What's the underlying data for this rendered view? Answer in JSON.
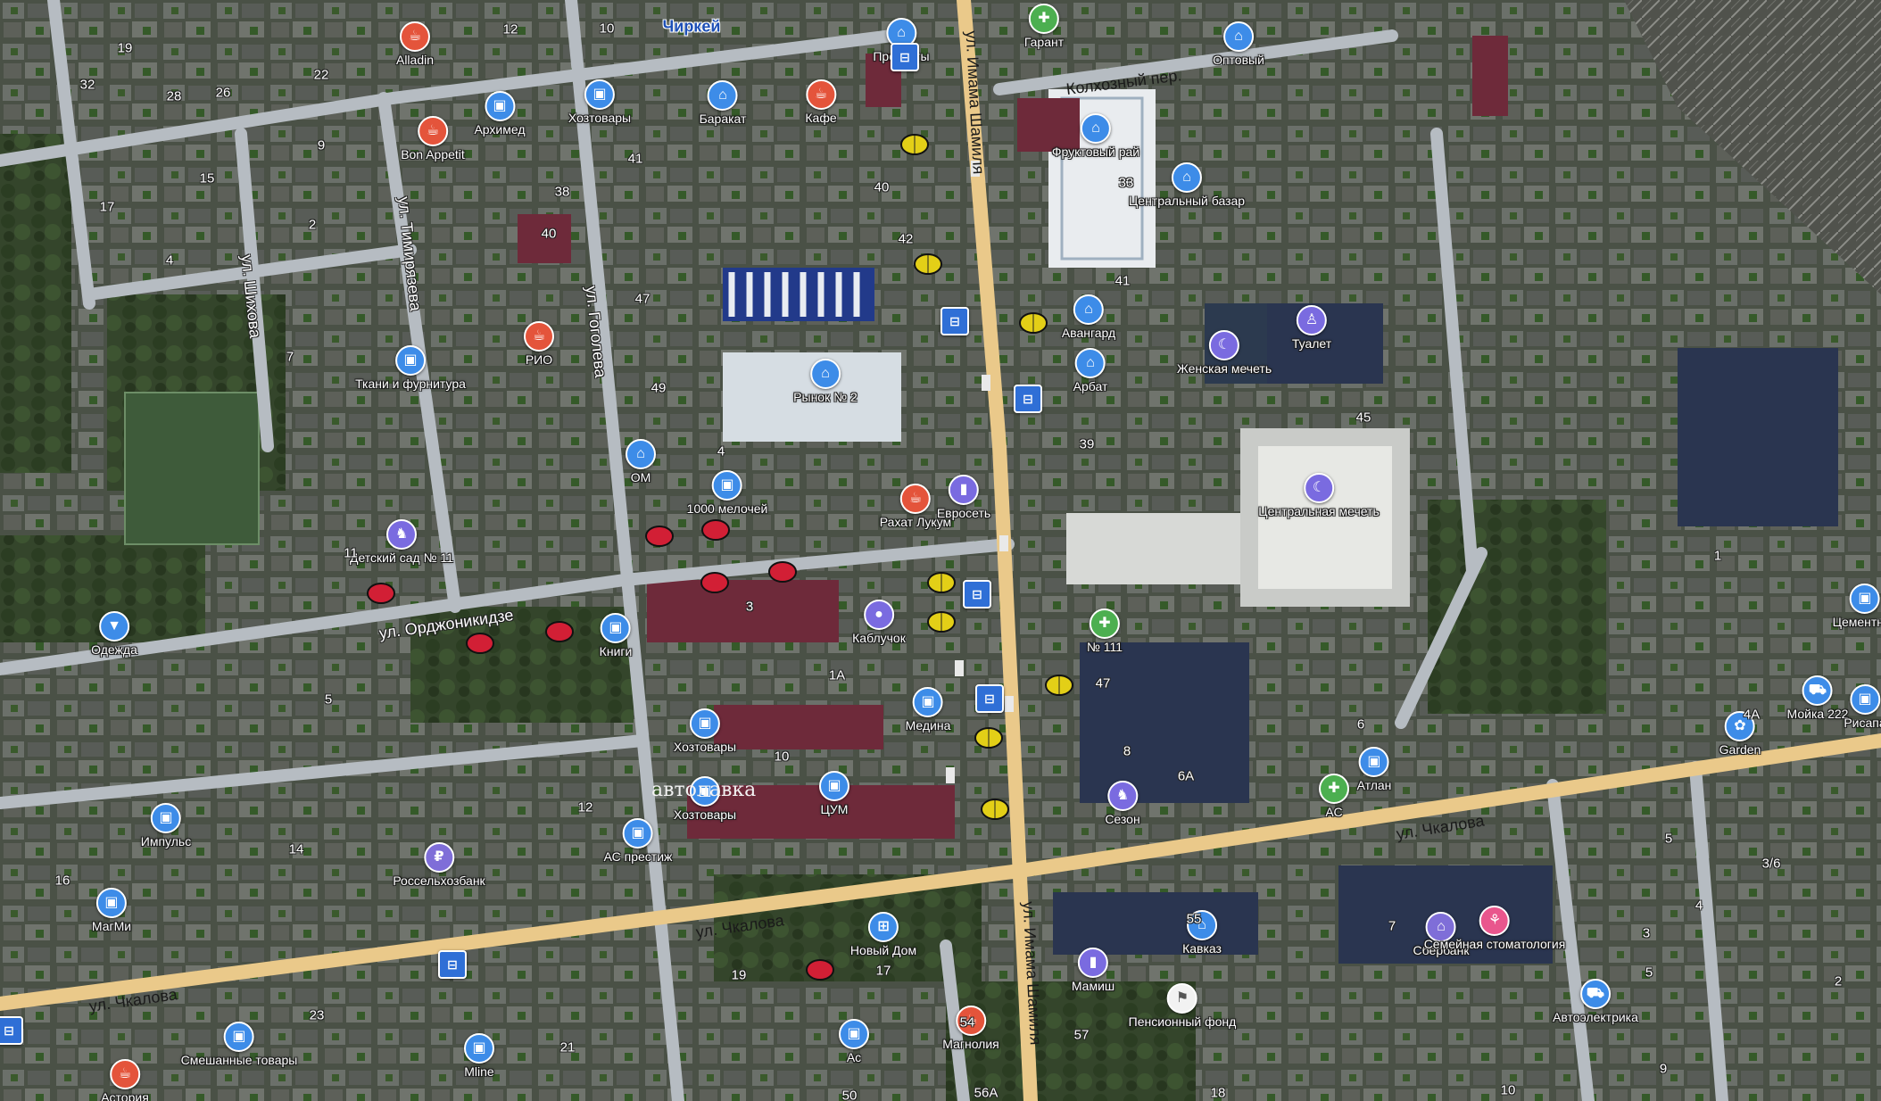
{
  "colors": {
    "icon_cafe": "#e4543b",
    "icon_shop": "#3d8ce8",
    "icon_pharmacy": "#4caf50",
    "icon_bus": "#2f6fd6",
    "icon_purple": "#7a6be0",
    "icon_bank": "#7f6ed8",
    "marker_red": "#d21f35",
    "marker_yellow": "#e3cf17",
    "road_major": "#eac98a",
    "road_minor": "#b6bcc2"
  },
  "pois": [
    {
      "label": "Alladin",
      "kind": "cafe",
      "icon": "cup-icon"
    },
    {
      "label": "Bon Appetit",
      "kind": "cafe",
      "icon": "cup-icon"
    },
    {
      "label": "Архимед",
      "kind": "shop",
      "icon": "shopping-bag-icon"
    },
    {
      "label": "Хозтовары",
      "kind": "shop",
      "icon": "shopping-bag-icon"
    },
    {
      "label": "Баракат",
      "kind": "shop",
      "icon": "basket-icon"
    },
    {
      "label": "Кафе",
      "kind": "cafe",
      "icon": "cup-icon"
    },
    {
      "label": "Продукты",
      "kind": "shop",
      "icon": "basket-icon"
    },
    {
      "label": "Гарант",
      "kind": "pharmacy",
      "icon": "cross-icon"
    },
    {
      "label": "Оптовый",
      "kind": "shop",
      "icon": "basket-icon"
    },
    {
      "label": "Фруктовый рай",
      "kind": "shop",
      "icon": "basket-icon"
    },
    {
      "label": "Центральный базар",
      "kind": "shop",
      "icon": "basket-icon"
    },
    {
      "label": "Ткани и фурнитура",
      "kind": "shop",
      "icon": "shopping-bag-icon"
    },
    {
      "label": "РИО",
      "kind": "cafe",
      "icon": "cup-icon"
    },
    {
      "label": "Рынок № 2",
      "kind": "shop",
      "icon": "basket-icon"
    },
    {
      "label": "Авангард",
      "kind": "shop",
      "icon": "basket-icon"
    },
    {
      "label": "Арбат",
      "kind": "shop",
      "icon": "basket-icon"
    },
    {
      "label": "Женская мечеть",
      "kind": "mosque",
      "icon": "crescent-icon"
    },
    {
      "label": "Туалет",
      "kind": "toilet",
      "icon": "toilet-icon"
    },
    {
      "label": "ОМ",
      "kind": "shop",
      "icon": "basket-icon"
    },
    {
      "label": "1000 мелочей",
      "kind": "shop",
      "icon": "shopping-bag-icon"
    },
    {
      "label": "Рахат Лукум",
      "kind": "cafe",
      "icon": "cup-icon"
    },
    {
      "label": "Евросеть",
      "kind": "phone",
      "icon": "phone-icon"
    },
    {
      "label": "Центральная мечеть",
      "kind": "mosque",
      "icon": "crescent-icon"
    },
    {
      "label": "Детский сад № 11",
      "kind": "kindergarten",
      "icon": "rocking-horse-icon"
    },
    {
      "label": "Одежда",
      "kind": "shop",
      "icon": "shirt-icon"
    },
    {
      "label": "Книги",
      "kind": "shop",
      "icon": "shopping-bag-icon"
    },
    {
      "label": "Каблучок",
      "kind": "service",
      "icon": "dot-icon"
    },
    {
      "label": "№ 111",
      "kind": "pharmacy",
      "icon": "cross-icon"
    },
    {
      "label": "Медина",
      "kind": "shop",
      "icon": "shopping-bag-icon"
    },
    {
      "label": "Хозтовары",
      "kind": "shop",
      "icon": "shopping-bag-icon"
    },
    {
      "label": "ЦУМ",
      "kind": "shop",
      "icon": "shopping-bag-icon"
    },
    {
      "label": "Хозтовары",
      "kind": "shop",
      "icon": "shopping-bag-icon"
    },
    {
      "label": "Атлан",
      "kind": "shop",
      "icon": "shopping-bag-icon"
    },
    {
      "label": "АС",
      "kind": "pharmacy",
      "icon": "cross-icon"
    },
    {
      "label": "Сезон",
      "kind": "kindergarten",
      "icon": "rocking-horse-icon"
    },
    {
      "label": "Мойка 222",
      "kind": "carwash",
      "icon": "car-icon"
    },
    {
      "label": "Garden",
      "kind": "flower",
      "icon": "flower-icon"
    },
    {
      "label": "Рисапа",
      "kind": "shop",
      "icon": "shopping-bag-icon"
    },
    {
      "label": "Цементная",
      "kind": "shop",
      "icon": "shopping-bag-icon"
    },
    {
      "label": "Импульс",
      "kind": "shop",
      "icon": "shopping-bag-icon"
    },
    {
      "label": "АС престиж",
      "kind": "shop",
      "icon": "shopping-bag-icon"
    },
    {
      "label": "Россельхозбанк",
      "kind": "bank",
      "icon": "ruble-icon"
    },
    {
      "label": "МагМи",
      "kind": "shop",
      "icon": "shopping-bag-icon"
    },
    {
      "label": "Новый Дом",
      "kind": "shop",
      "icon": "cart-icon"
    },
    {
      "label": "Кавказ",
      "kind": "shop",
      "icon": "basket-icon"
    },
    {
      "label": "Сбербанк",
      "kind": "bank",
      "icon": "bank-icon"
    },
    {
      "label": "Семейная стоматология",
      "kind": "dentist",
      "icon": "tooth-icon"
    },
    {
      "label": "Мамиш",
      "kind": "phone",
      "icon": "phone-icon"
    },
    {
      "label": "Пенсионный фонд",
      "kind": "office",
      "icon": "flag-icon"
    },
    {
      "label": "Автоэлектрика",
      "kind": "carwash",
      "icon": "car-icon"
    },
    {
      "label": "Смешанные товары",
      "kind": "shop",
      "icon": "shopping-bag-icon"
    },
    {
      "label": "Mline",
      "kind": "shop",
      "icon": "shopping-bag-icon"
    },
    {
      "label": "Магнолия",
      "kind": "cafe",
      "icon": "cup-icon"
    },
    {
      "label": "Астория",
      "kind": "cafe",
      "icon": "cup-icon"
    },
    {
      "label": "Ас",
      "kind": "shop",
      "icon": "shopping-bag-icon"
    }
  ],
  "bus_stops_icon": "bus-stop-icon",
  "streets": [
    {
      "label": "ул. Имама Шамиля"
    },
    {
      "label": "ул. Имама Шамиля"
    },
    {
      "label": "Колхозный пер."
    },
    {
      "label": "ул. Гоголева"
    },
    {
      "label": "ул. Тимирязева"
    },
    {
      "label": "ул. Шихова"
    },
    {
      "label": "ул. Орджоникидзе"
    },
    {
      "label": "ул. Чкалова"
    },
    {
      "label": "ул. Чкалова"
    },
    {
      "label": "ул. Чкалова"
    }
  ],
  "places": [
    {
      "label": "Чиркей"
    }
  ],
  "annotations": [
    {
      "label": "автолавка"
    }
  ],
  "house_numbers": [
    "19",
    "12",
    "10",
    "32",
    "28",
    "26",
    "22",
    "9",
    "15",
    "17",
    "2",
    "4",
    "7",
    "38",
    "40",
    "41",
    "40",
    "42",
    "47",
    "49",
    "4",
    "33",
    "41",
    "45",
    "39",
    "1",
    "11",
    "3",
    "1А",
    "47",
    "5",
    "8",
    "6",
    "6А",
    "4А",
    "10",
    "12",
    "14",
    "16",
    "5",
    "3/6",
    "4",
    "3",
    "5",
    "9",
    "55",
    "7",
    "19",
    "17",
    "54",
    "57",
    "23",
    "21",
    "56А",
    "50",
    "18",
    "10",
    "2"
  ],
  "markers_red_count": 9,
  "markers_yellow_count": 9
}
